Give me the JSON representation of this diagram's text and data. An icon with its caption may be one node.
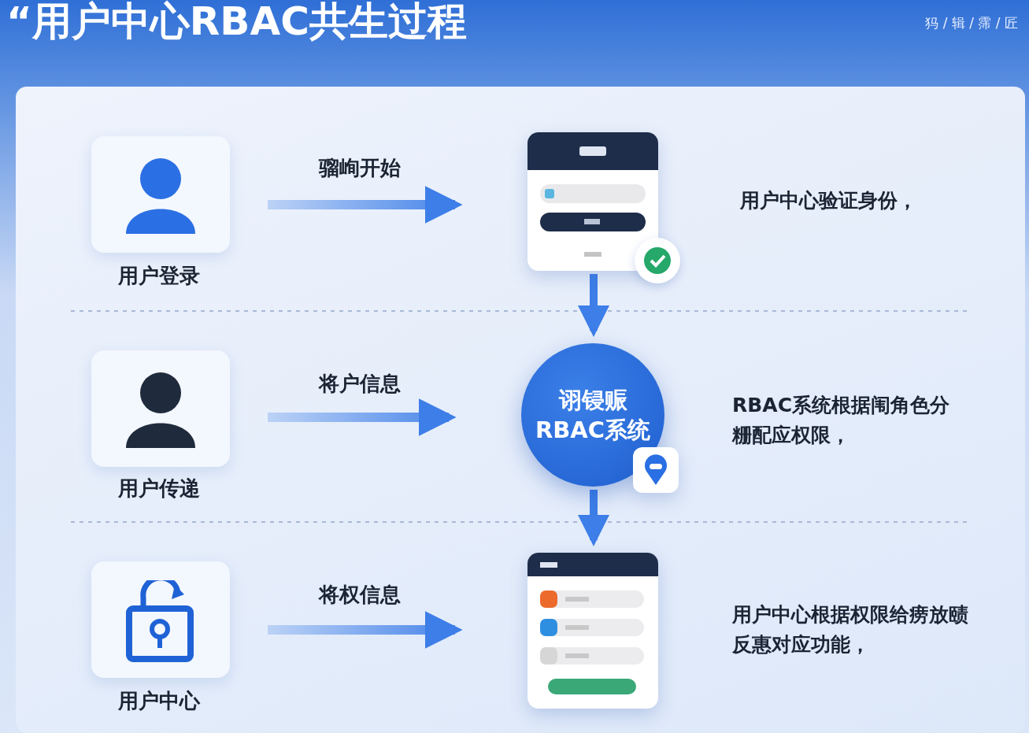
{
  "diagram": {
    "title": "“用户中心RBAC共生过程",
    "nodes": [
      {
        "text": [
          "用户登录"
        ]
      },
      {
        "text": [],
        "shape": "picture",
        "beside": [
          "用户中心验证身份，"
        ]
      },
      {
        "text": [
          "用户传递"
        ]
      },
      {
        "text": [
          "诩锓赈RBAC系统"
        ],
        "beside": [
          "RBAC系统根据闱角色分粣配应权限，"
        ]
      },
      {
        "text": [
          "用户中心"
        ]
      },
      {
        "text": [],
        "shape": "picture",
        "beside": [
          "用户中心根据权限给痨放赜反惠对应功能，"
        ]
      }
    ],
    "edges": [
      {
        "from": 0,
        "to": 1,
        "arrow": "to",
        "label": "骝峋开始"
      },
      {
        "from": 2,
        "to": 3,
        "arrow": "to",
        "label": "将户信息"
      },
      {
        "from": 4,
        "to": 5,
        "arrow": "to",
        "label": "将权信息"
      },
      {
        "from": 1,
        "to": 3,
        "arrow": "to"
      },
      {
        "from": 3,
        "to": 5,
        "arrow": "to"
      }
    ],
    "labels": [
      "犸 / 辑 / 霈 / 匠"
    ]
  }
}
